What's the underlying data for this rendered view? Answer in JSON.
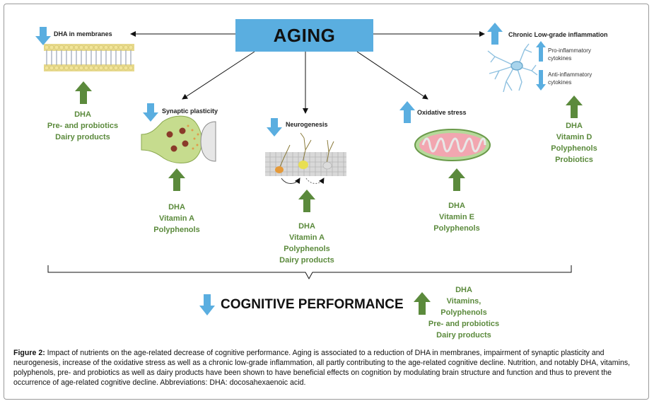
{
  "center": {
    "title": "AGING"
  },
  "membranes": {
    "label": "DHA in membranes",
    "nutrients": [
      "DHA",
      "Pre- and probiotics",
      "Dairy products"
    ]
  },
  "synaptic": {
    "label": "Synaptic plasticity",
    "nutrients": [
      "DHA",
      "Vitamin A",
      "Polyphenols"
    ]
  },
  "neurogenesis": {
    "label": "Neurogenesis",
    "nutrients": [
      "DHA",
      "Vitamin A",
      "Polyphenols",
      "Dairy products"
    ]
  },
  "oxidative": {
    "label": "Oxidative stress",
    "nutrients": [
      "DHA",
      "Vitamin E",
      "Polyphenols"
    ]
  },
  "inflammation": {
    "label": "Chronic Low-grade inflammation",
    "pro": "Pro-inflammatory cytokines",
    "anti": "Anti-inflammatory cytokines",
    "nutrients": [
      "DHA",
      "Vitamin D",
      "Polyphenols",
      "Probiotics"
    ]
  },
  "cognitive": {
    "label": "COGNITIVE PERFORMANCE",
    "nutrients": [
      "DHA",
      "Vitamins,",
      "Polyphenols",
      "Pre- and probiotics",
      "Dairy products"
    ]
  },
  "caption": {
    "figure_label": "Figure 2:",
    "text": " Impact of nutrients on the age-related decrease of cognitive performance. Aging is associated to a reduction of DHA in membranes, impairment of synaptic plasticity and neurogenesis, increase of the oxidative stress as well as a chronic low-grade inflammation, all partly contributing to the age-related cognitive decline. Nutrition, and notably DHA, vitamins, polyphenols, pre- and probiotics as well as dairy products have been shown to have beneficial effects on cognition by modulating brain structure and function and thus to prevent the occurrence of age-related cognitive decline. Abbreviations: DHA: docosahexaenoic acid."
  },
  "colors": {
    "blue_arrow": "#5aaee0",
    "green_arrow": "#5b8a3c",
    "aging_box": "#5aaee0"
  }
}
